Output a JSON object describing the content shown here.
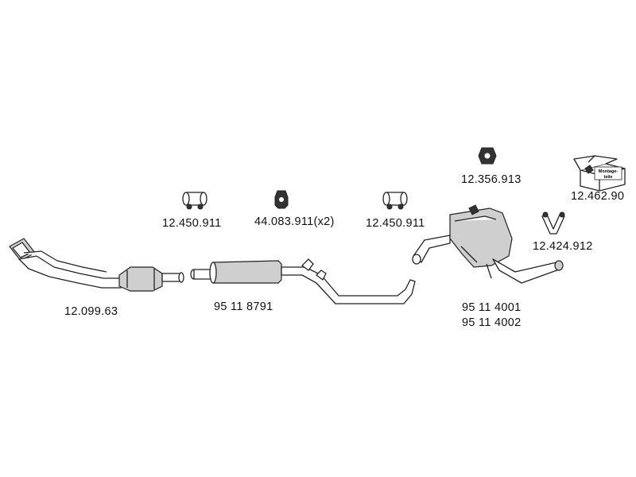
{
  "parts": {
    "downpipe_cat": "12.099.63",
    "middle_pipe": "95 11 8791",
    "rear_silencer_a": "95 11 4001",
    "rear_silencer_b": "95 11 4002",
    "clamp_1": "12.450.911",
    "rubber_mount": "44.083.911(x2)",
    "clamp_2": "12.450.911",
    "rear_mount": "12.356.913",
    "bracket": "12.424.912",
    "fitting_kit": "12.462.90"
  },
  "fitting_kit_box_text": [
    "Montage-",
    "teile"
  ]
}
